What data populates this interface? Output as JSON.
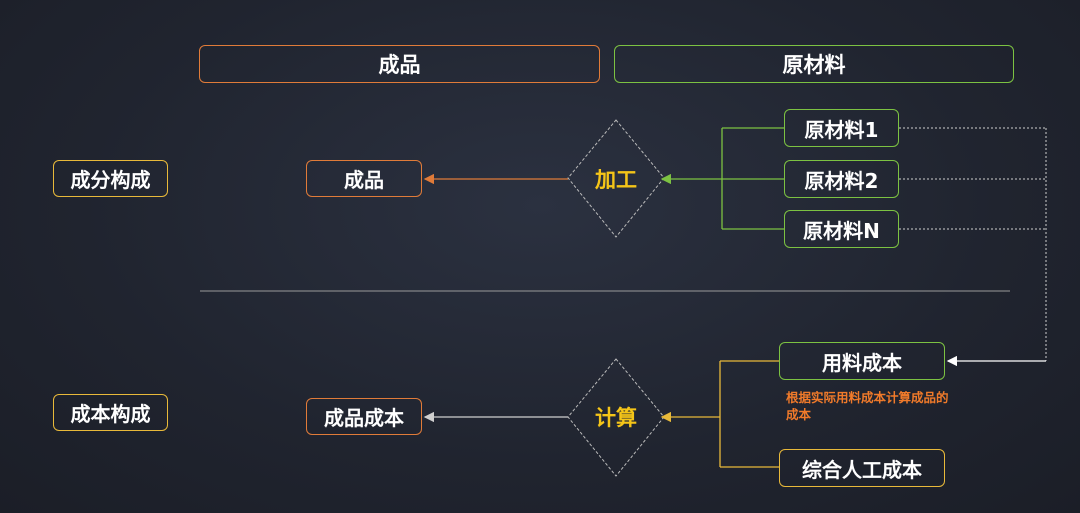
{
  "header": {
    "finished_label": "成品",
    "raw_label": "原材料"
  },
  "rows": {
    "composition_label": "成分构成",
    "cost_label": "成本构成"
  },
  "composition": {
    "product_label": "成品",
    "process_label": "加工",
    "materials": [
      "原材料1",
      "原材料2",
      "原材料N"
    ]
  },
  "cost": {
    "product_cost_label": "成品成本",
    "calc_label": "计算",
    "material_cost_label": "用料成本",
    "material_cost_note": "根据实际用料成本计算成品的成本",
    "labor_cost_label": "综合人工成本"
  },
  "colors": {
    "orange": "#e07b39",
    "green": "#7cc242",
    "yellow": "#e8b93a",
    "gray": "#cfcfcf",
    "accent_text": "#f5c518",
    "note_text": "#f07a2a"
  }
}
